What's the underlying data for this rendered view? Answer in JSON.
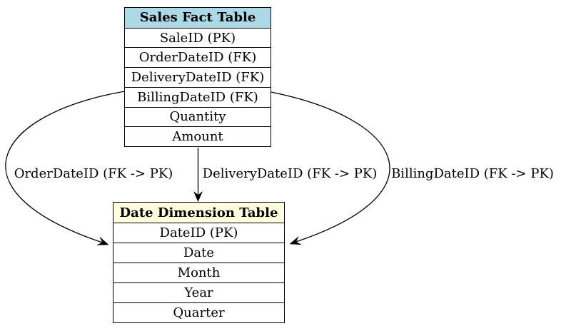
{
  "diagram": {
    "background_color": "#ffffff",
    "edge_color": "#000000",
    "border_color": "#000000",
    "sales_table": {
      "title": "Sales Fact Table",
      "header_color": "#add8e6",
      "rows": [
        "SaleID (PK)",
        "OrderDateID (FK)",
        "DeliveryDateID (FK)",
        "BillingDateID (FK)",
        "Quantity",
        "Amount"
      ]
    },
    "date_table": {
      "title": "Date Dimension Table",
      "header_color": "#ffffe0",
      "rows": [
        "DateID (PK)",
        "Date",
        "Month",
        "Year",
        "Quarter"
      ]
    },
    "edges": [
      {
        "label": "OrderDateID (FK -> PK)"
      },
      {
        "label": "DeliveryDateID (FK -> PK)"
      },
      {
        "label": "BillingDateID (FK -> PK)"
      }
    ]
  }
}
